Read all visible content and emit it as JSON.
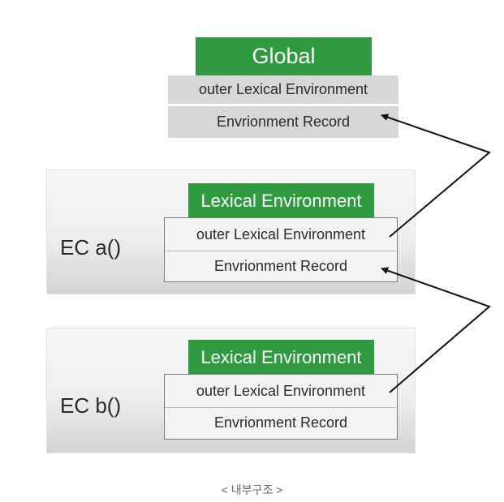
{
  "global": {
    "title": "Global",
    "outer": "outer Lexical Environment",
    "record": "Envrionment Record"
  },
  "ec_a": {
    "label": "EC a()",
    "env_title": "Lexical Environment",
    "outer": "outer Lexical Environment",
    "record": "Envrionment Record"
  },
  "ec_b": {
    "label": "EC b()",
    "env_title": "Lexical Environment",
    "outer": "outer Lexical Environment",
    "record": "Envrionment Record"
  },
  "caption": "< 내부구조 >",
  "colors": {
    "header_green": "#2f9a3f",
    "row_gray": "#d7d7d7",
    "arrow": "#111111"
  }
}
